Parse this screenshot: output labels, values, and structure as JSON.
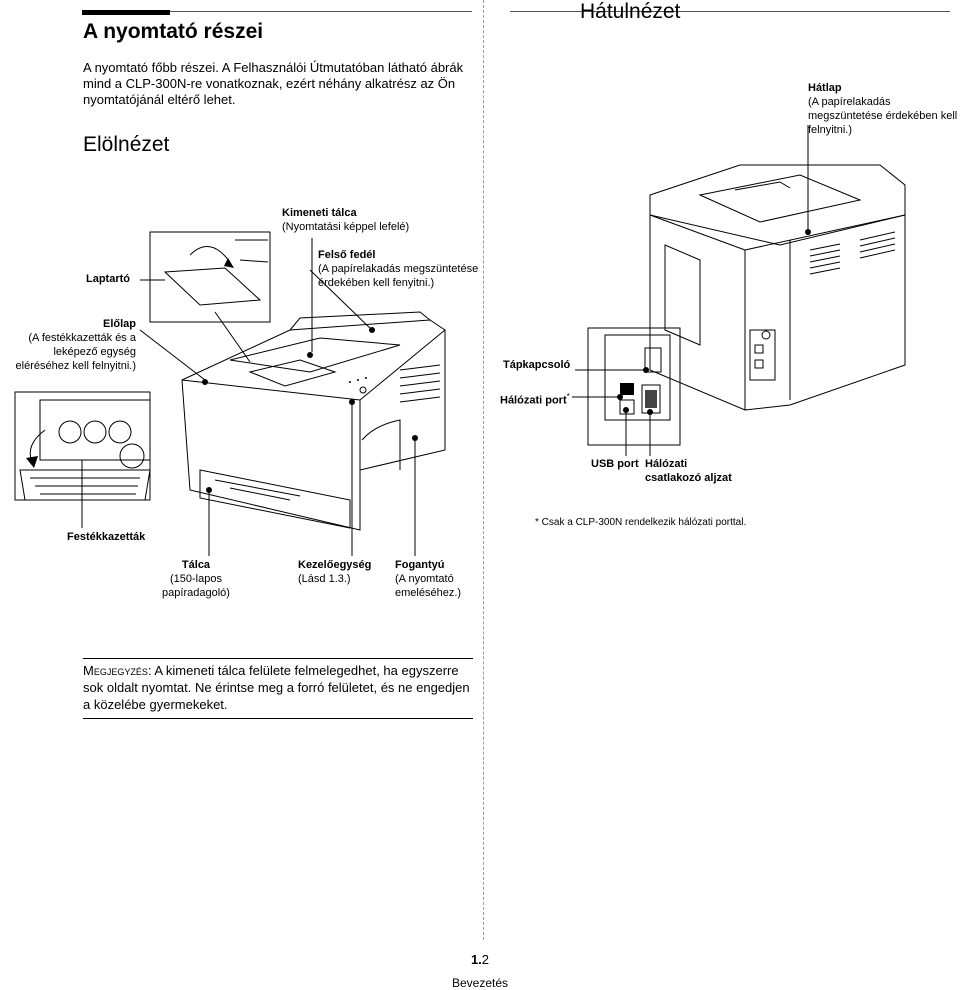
{
  "left": {
    "title": "A nyomtató részei",
    "intro": "A nyomtató főbb részei. A Felhasználói Útmutatóban látható ábrák mind a CLP-300N-re vonatkoznak, ezért néhány alkatrész az Ön nyomtatójánál eltérő lehet.",
    "section_title": "Elölnézet",
    "labels": {
      "output_tray_title": "Kimeneti tálca",
      "output_tray_desc": "(Nyomtatási képpel lefelé)",
      "output_support": "Laptartó",
      "top_cover_title": "Felső fedél",
      "top_cover_desc": "(A papírelakadás megszüntetése érdekében kell fenyitni.)",
      "front_cover_title": "Előlap",
      "front_cover_desc": "(A festékkazetták és a leképező egység eléréséhez kell felnyitni.)",
      "toner_cartridges": "Festékkazetták",
      "tray_title": "Tálca",
      "tray_desc": "(150-lapos papíradagoló)",
      "control_panel_title": "Kezelőegység",
      "control_panel_desc": "(Lásd 1.3.)",
      "handle_title": "Fogantyú",
      "handle_desc": "(A nyomtató emeléséhez.)"
    }
  },
  "right": {
    "section_title": "Hátulnézet",
    "labels": {
      "rear_cover_title": "Hátlap",
      "rear_cover_desc": "(A papírelakadás megszüntetése érdekében kell felnyitni.)",
      "power_switch": "Tápkapcsoló",
      "network_port": "Hálózati port",
      "network_port_mark": "*",
      "usb_port": "USB port",
      "power_socket_title": "Hálózati",
      "power_socket_desc": "csatlakozó aljzat"
    },
    "footnote": "* Csak a CLP-300N rendelkezik hálózati porttal."
  },
  "note": {
    "label": "Megjegyzés",
    "text": ": A kimeneti tálca felülete felmelegedhet, ha egyszerre sok oldalt nyomtat. Ne érintse meg a forró felületet, és ne engedjen a közelébe gyermekeket."
  },
  "footer": {
    "page_bold": "1.",
    "page_rest": "2",
    "chapter": "Bevezetés"
  }
}
